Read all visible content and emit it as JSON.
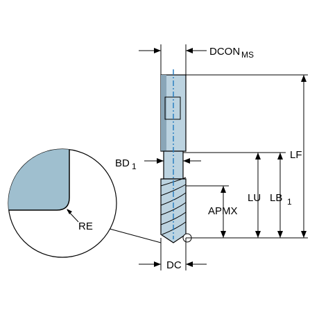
{
  "labels": {
    "dcon": "DCON",
    "dcon_sub": "MS",
    "bd": "BD",
    "bd_sub": "1",
    "lf": "LF",
    "lu": "LU",
    "lb": "LB",
    "lb_sub": "1",
    "apmx": "APMX",
    "re": "RE",
    "dc": "DC"
  },
  "colors": {
    "tool_body": "#bcd3e0",
    "tool_shadow": "#8aa6b8",
    "coolant_line": "#2a7fc1",
    "insert_fill": "#9fbfcf",
    "outline": "#000000"
  }
}
